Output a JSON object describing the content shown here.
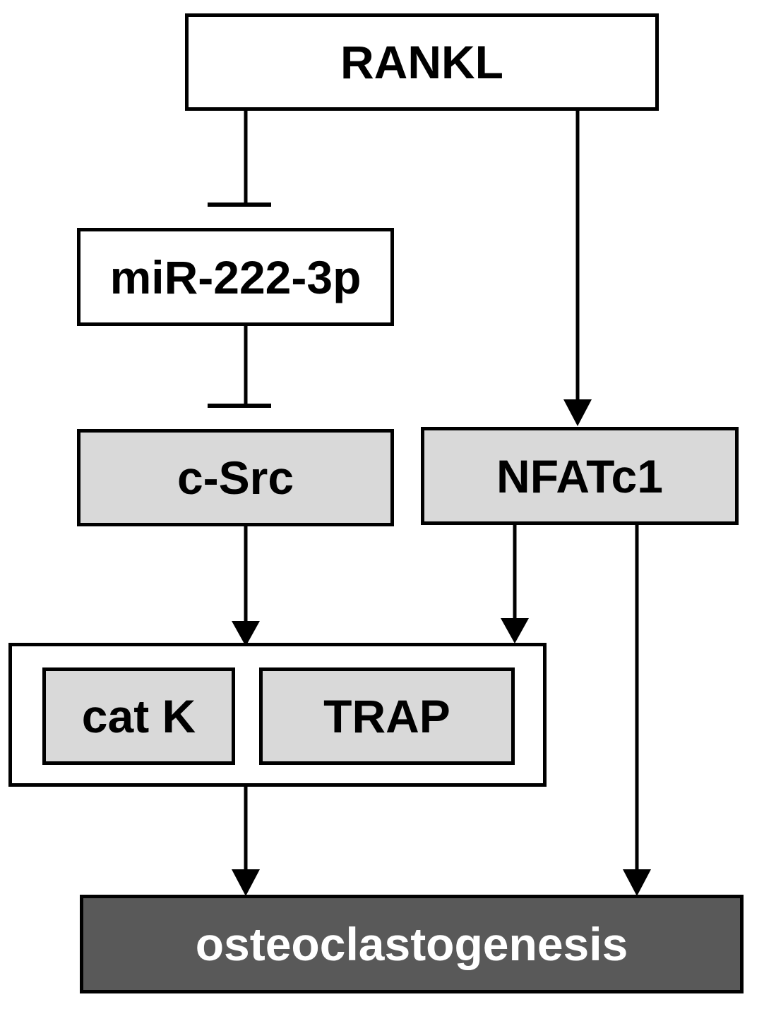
{
  "nodes": {
    "rankl": {
      "label": "RANKL"
    },
    "mir": {
      "label": "miR-222-3p"
    },
    "csrc": {
      "label": "c-Src"
    },
    "nfatc1": {
      "label": "NFATc1"
    },
    "catk": {
      "label": "cat K"
    },
    "trap": {
      "label": "TRAP"
    },
    "osteo": {
      "label": "osteoclastogenesis"
    }
  },
  "edges": [
    {
      "from": "RANKL",
      "to": "miR-222-3p",
      "type": "inhibition"
    },
    {
      "from": "miR-222-3p",
      "to": "c-Src",
      "type": "inhibition"
    },
    {
      "from": "RANKL",
      "to": "NFATc1",
      "type": "activation"
    },
    {
      "from": "c-Src",
      "to": "cat K / TRAP",
      "type": "activation"
    },
    {
      "from": "NFATc1",
      "to": "cat K / TRAP",
      "type": "activation"
    },
    {
      "from": "cat K / TRAP",
      "to": "osteoclastogenesis",
      "type": "activation"
    },
    {
      "from": "NFATc1",
      "to": "osteoclastogenesis",
      "type": "activation"
    }
  ],
  "colors": {
    "stroke": "#000000",
    "box_white": "#ffffff",
    "box_light": "#d9d9d9",
    "box_dark": "#595959",
    "text_dark": "#000000",
    "text_light": "#ffffff"
  }
}
